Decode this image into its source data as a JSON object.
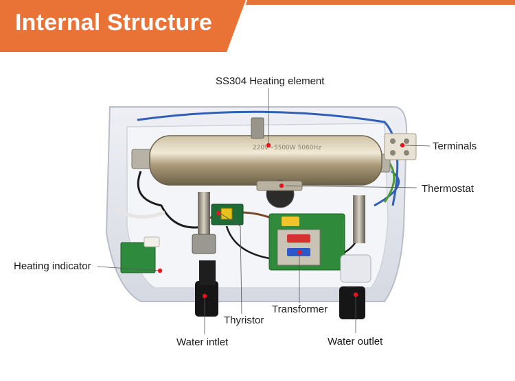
{
  "header": {
    "title": "Internal Structure",
    "accent_color": "#e97237"
  },
  "callouts": {
    "heating_element": "SS304 Heating element",
    "terminals": "Terminals",
    "thermostat": "Thermostat",
    "heating_indicator": "Heating indicator",
    "thyristor": "Thyristor",
    "transformer": "Transformer",
    "water_inlet": "Water intlet",
    "water_outlet": "Water outlet"
  },
  "element_marking": "220V~5500W 5060Hz",
  "marker_color": "#e8141c"
}
